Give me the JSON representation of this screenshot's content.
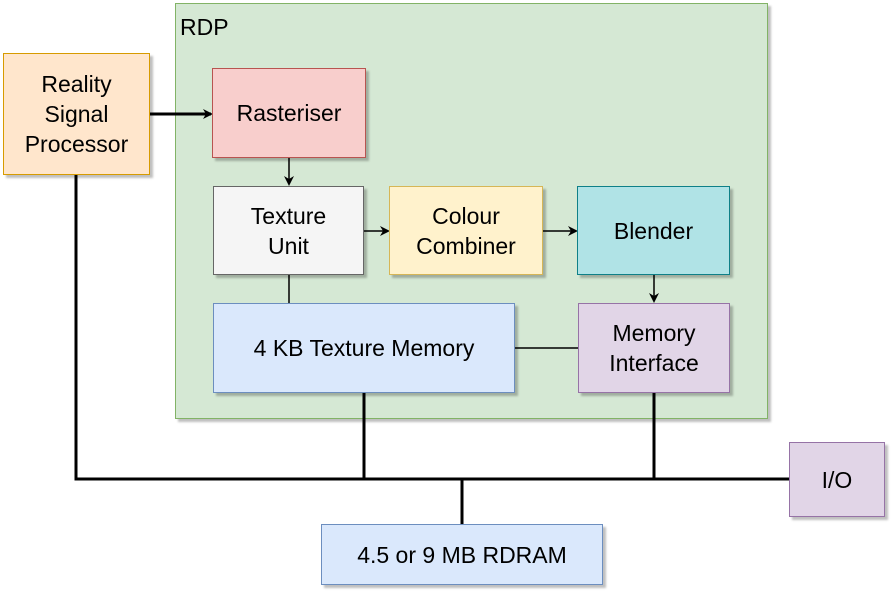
{
  "rdp": {
    "label": "RDP",
    "fill": "#d5e8d4",
    "stroke": "#82b366"
  },
  "blocks": {
    "rsp": {
      "label": "Reality\nSignal\nProcessor",
      "fill": "#ffe6cc",
      "stroke": "#d79b00"
    },
    "rasteriser": {
      "label": "Rasteriser",
      "fill": "#f8cecc",
      "stroke": "#b85450"
    },
    "texture": {
      "label": "Texture\nUnit",
      "fill": "#f5f5f5",
      "stroke": "#666666"
    },
    "colour": {
      "label": "Colour\nCombiner",
      "fill": "#fff2cc",
      "stroke": "#d6b656"
    },
    "blender": {
      "label": "Blender",
      "fill": "#b0e3e6",
      "stroke": "#0e8088"
    },
    "texmem": {
      "label": "4 KB Texture Memory",
      "fill": "#dae8fc",
      "stroke": "#6c8ebf"
    },
    "memif": {
      "label": "Memory\nInterface",
      "fill": "#e1d5e7",
      "stroke": "#9673a6"
    },
    "io": {
      "label": "I/O",
      "fill": "#e1d5e7",
      "stroke": "#9673a6"
    },
    "rdram": {
      "label": "4.5 or 9 MB RDRAM",
      "fill": "#dae8fc",
      "stroke": "#6c8ebf"
    }
  }
}
